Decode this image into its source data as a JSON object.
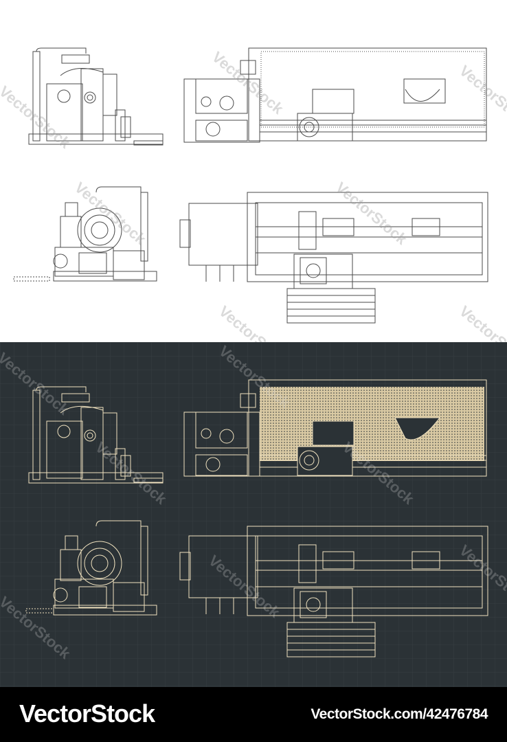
{
  "watermark": {
    "text": "VectorStock"
  },
  "footer": {
    "brand": "VectorStock",
    "image_id": "VectorStock.com/42476784"
  },
  "colors": {
    "light_bg": "#ffffff",
    "light_line": "#4a4a4a",
    "dark_bg": "#2b3236",
    "dark_line": "#f1e3c0",
    "dark_fill": "#d9c9a3",
    "footer_bg": "#000000"
  },
  "icons": [
    "lathe-side-view",
    "lathe-front-view",
    "lathe-end-view",
    "lathe-top-view",
    "chuck-icon"
  ]
}
